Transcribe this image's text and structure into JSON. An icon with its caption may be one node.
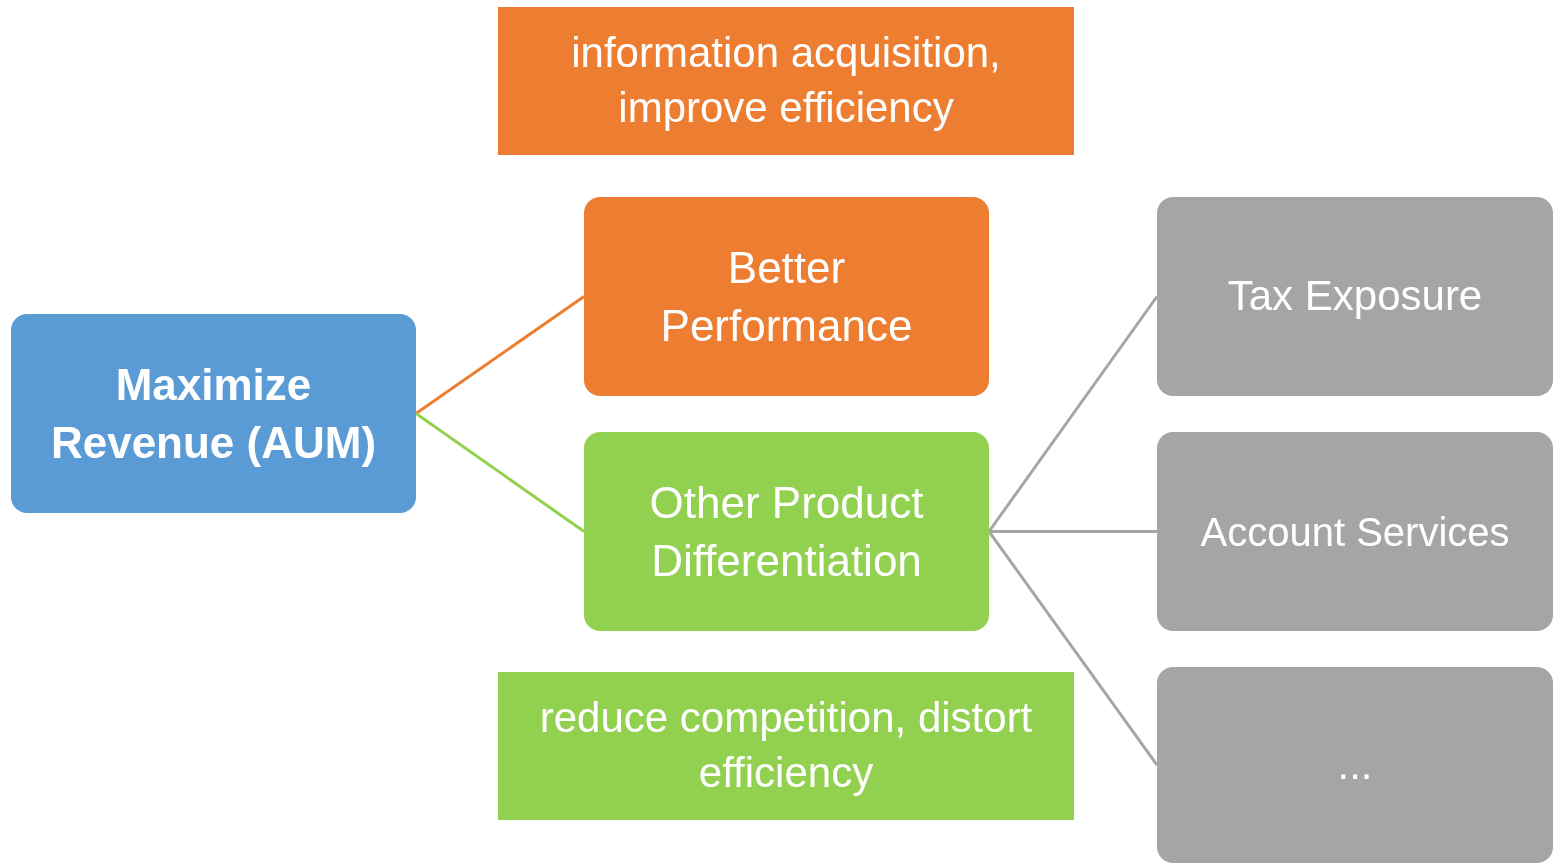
{
  "diagram": {
    "nodes": [
      {
        "text": [
          "Maximize Revenue (AUM)"
        ]
      },
      {
        "text": [
          "information acquisition, improve efficiency"
        ]
      },
      {
        "text": [
          "Better Performance"
        ]
      },
      {
        "text": [
          "Other Product Differentiation"
        ]
      },
      {
        "text": [
          "reduce competition, distort efficiency"
        ]
      },
      {
        "text": [
          "Tax Exposure"
        ]
      },
      {
        "text": [
          "Account Services"
        ]
      },
      {
        "text": [
          "..."
        ]
      }
    ],
    "edges": [
      {
        "from": 0,
        "to": 2,
        "arrow": "none",
        "color": "#ed7d31"
      },
      {
        "from": 0,
        "to": 3,
        "arrow": "none",
        "color": "#92d050"
      },
      {
        "from": 3,
        "to": 5,
        "arrow": "none"
      },
      {
        "from": 3,
        "to": 6,
        "arrow": "none"
      },
      {
        "from": 3,
        "to": 7,
        "arrow": "none"
      }
    ]
  }
}
